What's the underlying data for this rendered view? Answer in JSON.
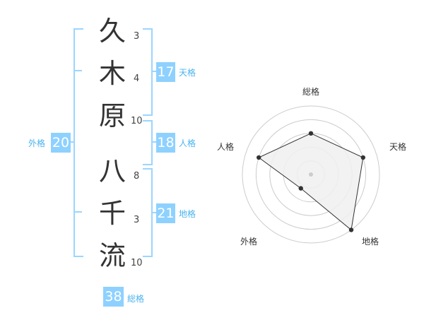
{
  "name": {
    "chars": [
      {
        "char": "久",
        "strokes": "3"
      },
      {
        "char": "木",
        "strokes": "4"
      },
      {
        "char": "原",
        "strokes": "10"
      },
      {
        "char": "八",
        "strokes": "8"
      },
      {
        "char": "千",
        "strokes": "3"
      },
      {
        "char": "流",
        "strokes": "10"
      }
    ]
  },
  "kaku": {
    "tenkaku": {
      "value": "17",
      "label": "天格"
    },
    "jinkaku": {
      "value": "18",
      "label": "人格"
    },
    "chikaku": {
      "value": "21",
      "label": "地格"
    },
    "gaikaku": {
      "value": "20",
      "label": "外格"
    },
    "soukaku": {
      "value": "38",
      "label": "総格"
    }
  },
  "chart_data": {
    "type": "radar",
    "axes": [
      "総格",
      "天格",
      "地格",
      "外格",
      "人格"
    ],
    "values": [
      0.6,
      0.8,
      1.0,
      0.25,
      0.8
    ],
    "rings": 5,
    "colors": {
      "fill": "#f0f0f0",
      "line": "#333333",
      "grid": "#cccccc"
    }
  },
  "colors": {
    "accent": "#8ed1ff",
    "accent_text": "#4ab3ef"
  }
}
